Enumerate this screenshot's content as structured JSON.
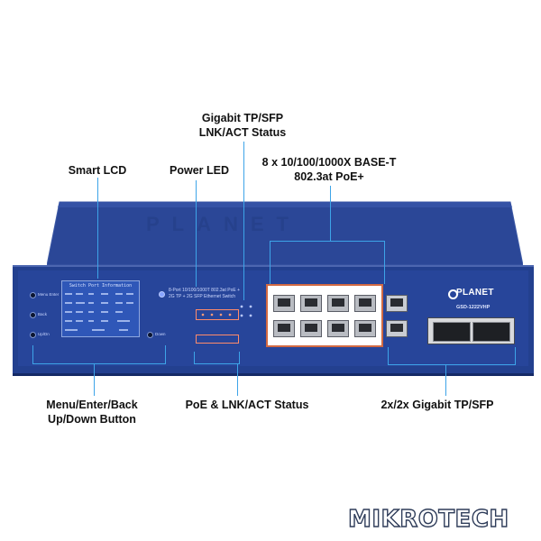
{
  "labels": {
    "gigabit_tp_sfp": "Gigabit TP/SFP\nLNK/ACT Status",
    "smart_lcd": "Smart LCD",
    "power_led": "Power LED",
    "copper_ports": "8 x 10/100/1000X BASE-T\n802.3at PoE+",
    "menu_buttons": "Menu/Enter/Back\nUp/Down Button",
    "poe_status": "PoE & LNK/ACT Status",
    "sfp_ports": "2x/2x Gigabit TP/SFP"
  },
  "device": {
    "brand": "PLANET",
    "model": "GSD-1222VHP",
    "lcd_title": "Switch Port Information",
    "description": "8-Port 10/100/1000T 802.3at PoE +\n2G TP + 2G SFP Ethernet Switch",
    "buttons": [
      "Menu Enter",
      "Back",
      "Up/Dn",
      "Down"
    ]
  },
  "watermark": "MIKROTECH",
  "colors": {
    "chassis": "#23408f",
    "callout_line": "#3da4e8",
    "poe_highlight": "#d26a43"
  }
}
